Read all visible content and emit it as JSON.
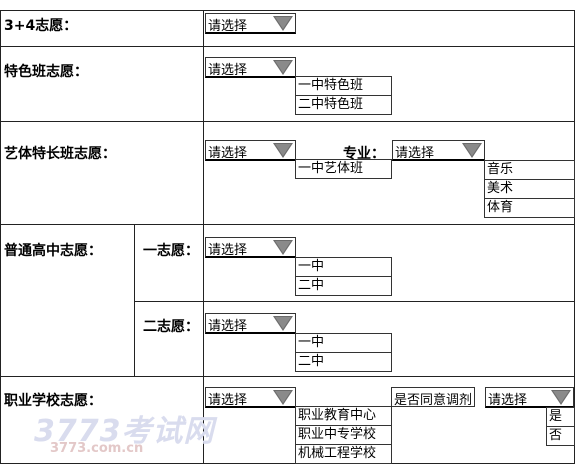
{
  "common": {
    "select_placeholder": "请选择"
  },
  "rows": {
    "r34": {
      "label": "3+4志愿："
    },
    "tese": {
      "label": "特色班志愿：",
      "options": [
        "一中特色班",
        "二中特色班"
      ]
    },
    "yiti": {
      "label": "艺体特长班志愿：",
      "options": [
        "一中艺体班"
      ],
      "major_label": "专业：",
      "major_options": [
        "音乐",
        "美术",
        "体育"
      ]
    },
    "putong": {
      "label": "普通高中志愿：",
      "first": {
        "label": "一志愿：",
        "options": [
          "一中",
          "二中"
        ]
      },
      "second": {
        "label": "二志愿：",
        "options": [
          "一中",
          "二中"
        ]
      }
    },
    "zhiye": {
      "label": "职业学校志愿：",
      "options": [
        "职业教育中心",
        "职业中专学校",
        "机械工程学校"
      ],
      "adjust_label": "是否同意调剂",
      "adjust_options": [
        "是",
        "否"
      ]
    }
  },
  "watermark": {
    "brand": "3773考试网",
    "url": "3773.com.cn"
  }
}
